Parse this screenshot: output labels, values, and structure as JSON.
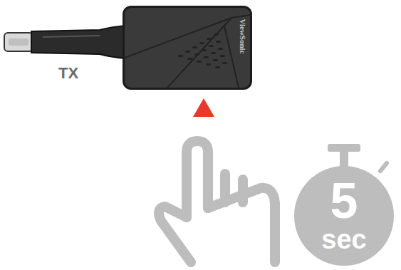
{
  "diagram": {
    "nodes": [
      {
        "text": [
          "ViewSonic"
        ]
      },
      {
        "text": [
          "5",
          "sec"
        ]
      }
    ],
    "labels": [
      "TX"
    ]
  }
}
